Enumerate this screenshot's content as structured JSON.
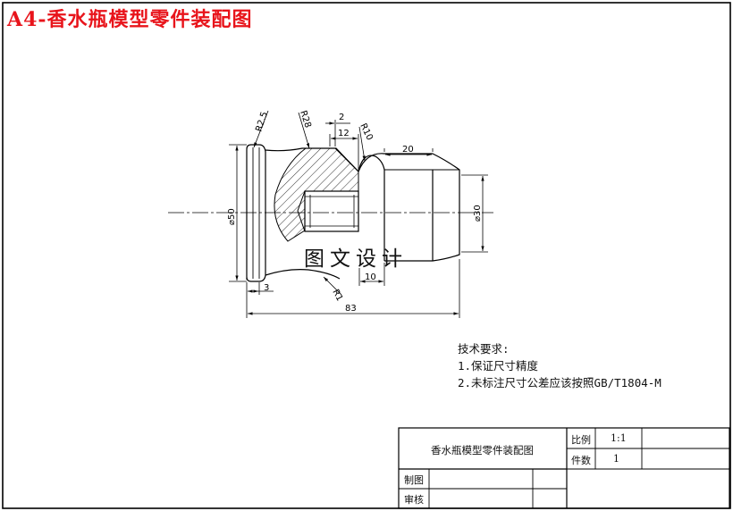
{
  "title": "A4-香水瓶模型零件装配图",
  "watermark": "图文设计",
  "dimensions": {
    "r25": "R2.5",
    "r28": "R28",
    "d2": "2",
    "r10": "R10",
    "d12": "12",
    "d20": "20",
    "phi50": "⌀50",
    "phi30": "⌀30",
    "d3": "3",
    "r1": "R1",
    "d10": "10",
    "d83": "83"
  },
  "notes": {
    "heading": "技术要求:",
    "item1": "1.保证尺寸精度",
    "item2": "2.未标注尺寸公差应该按照GB/T1804-M"
  },
  "title_block": {
    "part_name": "香水瓶模型零件装配图",
    "scale_label": "比例",
    "scale_value": "1:1",
    "quantity_label": "件数",
    "quantity_value": "1",
    "drawn_label": "制图",
    "checked_label": "审核"
  }
}
